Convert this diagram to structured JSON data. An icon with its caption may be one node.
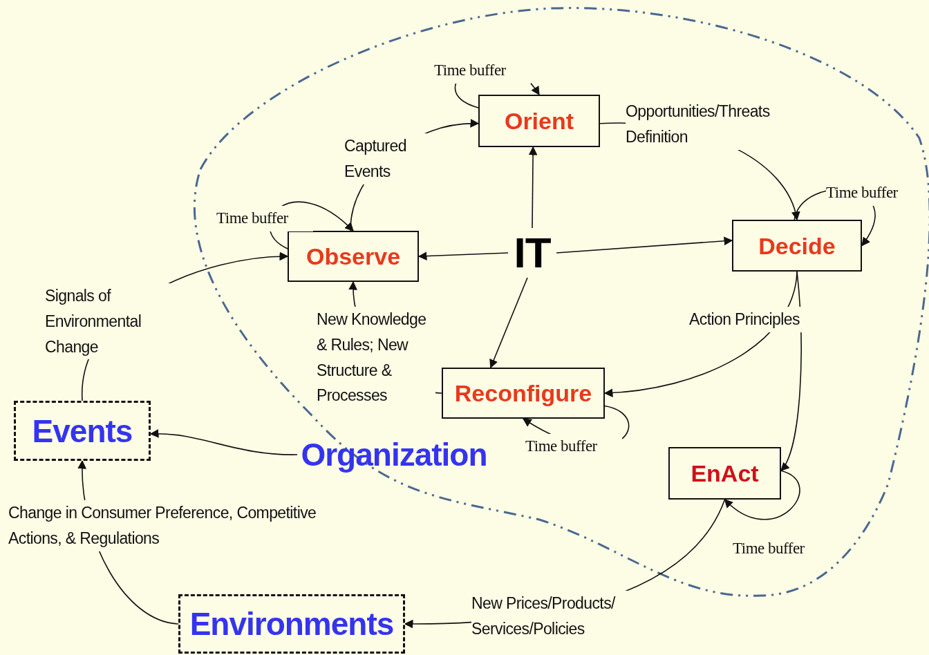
{
  "diagram": {
    "nodes": [
      {
        "text": [
          "Orient"
        ]
      },
      {
        "text": [
          "Observe"
        ]
      },
      {
        "text": [
          "IT"
        ]
      },
      {
        "text": [
          "Decide"
        ]
      },
      {
        "text": [
          "Reconfigure"
        ]
      },
      {
        "text": [
          "EnAct"
        ]
      },
      {
        "text": [
          "Events"
        ]
      },
      {
        "text": [
          "Organization"
        ]
      },
      {
        "text": [
          "Environments"
        ]
      }
    ],
    "edges": [
      {
        "from": 0,
        "to": 0,
        "arrow": "to",
        "label": "Time buffer"
      },
      {
        "from": 1,
        "to": 0,
        "arrow": "to",
        "label": "Captured Events"
      },
      {
        "from": 0,
        "to": 3,
        "arrow": "to",
        "label": "Opportunities/Threats Definition"
      },
      {
        "from": 3,
        "to": 3,
        "arrow": "to",
        "label": "Time buffer"
      },
      {
        "from": 1,
        "to": 1,
        "arrow": "to",
        "label": "Time buffer"
      },
      {
        "from": 2,
        "to": 1,
        "arrow": "to"
      },
      {
        "from": 2,
        "to": 0,
        "arrow": "to"
      },
      {
        "from": 2,
        "to": 3,
        "arrow": "to"
      },
      {
        "from": 2,
        "to": 4,
        "arrow": "to"
      },
      {
        "from": 3,
        "to": 4,
        "arrow": "to",
        "label": "Action Principles"
      },
      {
        "from": 3,
        "to": 5,
        "arrow": "to"
      },
      {
        "from": 4,
        "to": 1,
        "arrow": "to",
        "label": "New Knowledge & Rules; New Structure & Processes"
      },
      {
        "from": 4,
        "to": 4,
        "arrow": "to",
        "label": "Time buffer"
      },
      {
        "from": 5,
        "to": 5,
        "arrow": "to",
        "label": "Time buffer"
      },
      {
        "from": 6,
        "to": 1,
        "arrow": "to",
        "label": "Signals of Environmental Change"
      },
      {
        "from": 7,
        "to": 6,
        "arrow": "to"
      },
      {
        "from": 8,
        "to": 6,
        "arrow": "to",
        "label": "Change in Consumer Preference, Competitive Actions, & Regulations"
      },
      {
        "from": 5,
        "to": 8,
        "arrow": "to",
        "label": "New Prices/Products/ Services/Policies"
      }
    ]
  }
}
